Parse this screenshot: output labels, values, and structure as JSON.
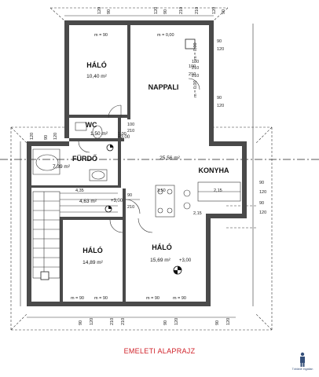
{
  "title": "EMELETI ALAPRAJZ",
  "logo_text": "Tóbiáné Ingatlan",
  "rooms": [
    {
      "name": "HÁLÓ",
      "area": "10,40 m²"
    },
    {
      "name": "NAPPALI",
      "area": "25,56 m²"
    },
    {
      "name": "WC",
      "area": "1,50 m²"
    },
    {
      "name": "FÜRDŐ",
      "area": "7,39 m²"
    },
    {
      "name": "KONYHA",
      "area": ""
    },
    {
      "name": "",
      "area": "4,63 m²"
    },
    {
      "name": "HÁLÓ",
      "area": "14,89 m²"
    },
    {
      "name": "HÁLÓ",
      "area": "15,69 m²"
    }
  ],
  "elevation_marks": [
    "+3,00",
    "+3,00",
    "+3,00"
  ],
  "top_dims": [
    "120",
    "90",
    "210",
    "210",
    "120",
    "90",
    "120",
    "90"
  ],
  "bottom_dims": [
    "90",
    "120",
    "210",
    "210",
    "90",
    "120",
    "90",
    "120"
  ],
  "right_dims": [
    "90",
    "120",
    "90",
    "120",
    "90",
    "120",
    "210",
    "210",
    "180",
    "90",
    "120"
  ],
  "left_dims": [
    "90",
    "120",
    "120"
  ],
  "window_marks": [
    "m = 90",
    "m = 0,00",
    "m = 0,00",
    "m = 0,00",
    "m = 90",
    "m = 90",
    "m = 90",
    "m = 90"
  ],
  "door_dims": [
    "100",
    "210",
    "100",
    "210",
    "90",
    "210",
    "4,35",
    "2,15",
    "3,50",
    "2,15",
    "1,00"
  ]
}
